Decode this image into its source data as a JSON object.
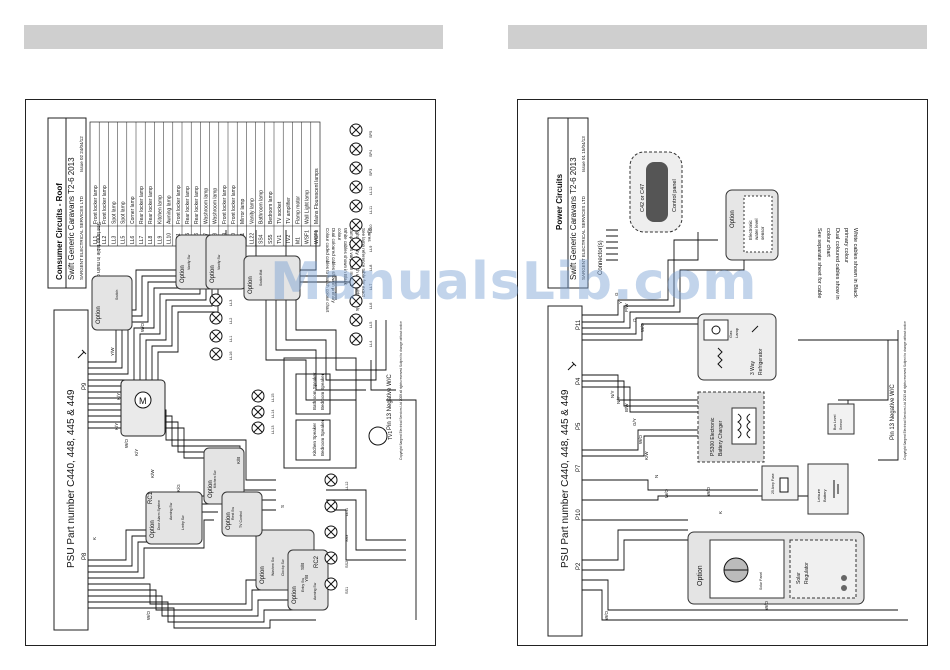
{
  "left": {
    "title": "Consumer Circuits - Roof",
    "subtitle": "Swift Generic Caravans T2-6 2013",
    "company": "SARGENT ELECTRICAL SERVICES LTD",
    "issue": "Issue 02 24/04/12",
    "psu": "PSU Part number C440, 448, 445 & 449",
    "lamp_table_title": "See lamp table in main document",
    "lamp_rows": [
      {
        "code": "LL1",
        "name": "Front locker lamp"
      },
      {
        "code": "LL2",
        "name": "Front locker lamp"
      },
      {
        "code": "LL3",
        "name": "Spot lamp"
      },
      {
        "code": "LL5",
        "name": "Spot lamp"
      },
      {
        "code": "LL6",
        "name": "Corner lamp"
      },
      {
        "code": "LL7",
        "name": "Rear locker lamp"
      },
      {
        "code": "LL8",
        "name": "Rear locker lamp"
      },
      {
        "code": "LL9",
        "name": "Kitchen lamp"
      },
      {
        "code": "LL10",
        "name": "Awning lamp"
      },
      {
        "code": "LL11",
        "name": "Front locker lamp"
      },
      {
        "code": "LL15",
        "name": "Rear locker lamp"
      },
      {
        "code": "LL16",
        "name": "Rear locker lamp"
      },
      {
        "code": "LL17",
        "name": "Washroom lamp"
      },
      {
        "code": "LL18",
        "name": "Washroom lamp"
      },
      {
        "code": "LL19",
        "name": "Front locker lamp"
      },
      {
        "code": "LL20",
        "name": "Front locker lamp"
      },
      {
        "code": "LL21",
        "name": "Mirror lamp"
      },
      {
        "code": "LL22",
        "name": "Vanity lamp"
      },
      {
        "code": "SS4",
        "name": "Bathroom lamp"
      },
      {
        "code": "SS5",
        "name": "Bedroom lamp"
      },
      {
        "code": "TV1",
        "name": "TV socket"
      },
      {
        "code": "TV2",
        "name": "TV amplifier"
      },
      {
        "code": "M1",
        "name": "Flamp motor"
      },
      {
        "code": "WSF1",
        "name": "Wall Light lamp"
      },
      {
        "code": "WCF1",
        "name": "Mains Flourescent lamps"
      }
    ],
    "notes": [
      "Colour coded cables to match colour chart",
      "Dual coloured cables show in primary",
      "colour",
      "White cables shown in Black",
      "Lamp types vary with models",
      "Light quantity & switch varies with models",
      "See lamp reference table for exact",
      "figures"
    ],
    "wire_labels": [
      "W/O",
      "Y/W",
      "K/Y",
      "K/Y",
      "W/O",
      "K/Y",
      "K/W",
      "K/G",
      "K/B",
      "S",
      "S/B",
      "Y/B",
      "W/O",
      "K"
    ],
    "option_labels": [
      "Option",
      "Option",
      "Option",
      "Option",
      "Option",
      "Option",
      "Option",
      "Option",
      "Option"
    ],
    "sub_labels": [
      "Switch",
      "Vanity Sw",
      "Vanity Sw",
      "Switch Bkt",
      "Awning Sw",
      "Lmtry Sw",
      "Kitchen Sw",
      "Rest Sw",
      "Washrm Sw",
      "Clockp Sw",
      "Entry Sw",
      "Awning Sw",
      "TV Control",
      "Door Alarm System"
    ],
    "relay_labels": [
      "RC1",
      "RC2"
    ],
    "lamp_tags": [
      "SP5",
      "SP4",
      "SP3",
      "LL12",
      "LL11",
      "LL10",
      "LL9",
      "LL8",
      "LL7",
      "LL6",
      "LL5",
      "LL4",
      "LL3",
      "LL2",
      "LL1",
      "LL16",
      "LL15",
      "LL14",
      "LL13",
      "LL12",
      "LL11",
      "SS3",
      "SS2",
      "SS1"
    ],
    "pins": [
      "P9",
      "P8"
    ],
    "speakers": [
      "Bathroom Speaker",
      "Bedroom Speaker",
      "Kitchen Speaker",
      "Bedroom Speaker"
    ],
    "tv": "TV1",
    "pin_negative": "Pin 13 Negative W/C",
    "copyright": "Copyright Sargent Electrical Services Ltd 2008 all rights reserved  Subject to change without notice",
    "motor_label": "M"
  },
  "right": {
    "title": "Power Circuits",
    "subtitle": "Swift Generic Caravans T2-6 2013",
    "company": "SARGENT ELECTRICAL SERVICES LTD",
    "issue": "Issue 01 15/04/13",
    "psu": "PSU Part number C440, 448, 445 & 449",
    "connector": "Connector(s)",
    "control_panel": [
      "C42 or C47",
      "Control panel"
    ],
    "water_sensor": [
      "Electronic",
      "water level",
      "sensor"
    ],
    "option_labels": [
      "Option",
      "Option"
    ],
    "notes": [
      "See separate sheet for cable",
      "colour chart",
      "Dual coloured cables show in",
      "primary colour",
      "White cables shown in Black"
    ],
    "pins": [
      "P11",
      "P4",
      "P5",
      "P7",
      "P10",
      "P2"
    ],
    "wire_labels": [
      "G",
      "Y",
      "P/W",
      "O",
      "W/O",
      "N/Y",
      "N/Y",
      "B/W",
      "G/Y",
      "W/O",
      "K/W",
      "N",
      "W/O",
      "W/O",
      "K",
      "W/O",
      "W/O"
    ],
    "fridge": [
      "Gas",
      "Lamp",
      "3 Way",
      "Refrigerator"
    ],
    "charger": [
      "PS300 Electronic",
      "Battery Charger"
    ],
    "fuse": "25 Amp Fuse",
    "battery": [
      "Leisure",
      "Battery"
    ],
    "bus_sensor": [
      "Bus Level",
      "Sensor"
    ],
    "solar_panel": "Solar Panel",
    "solar_regulator": [
      "Solar",
      "Regulator"
    ],
    "pin_negative": "Pin 13 Negative W/C",
    "copyright": "Copyright Sargent Electrical Services Ltd 2013 all rights reserved  Subject to change without notice"
  },
  "watermark": "ManualsLib.com"
}
